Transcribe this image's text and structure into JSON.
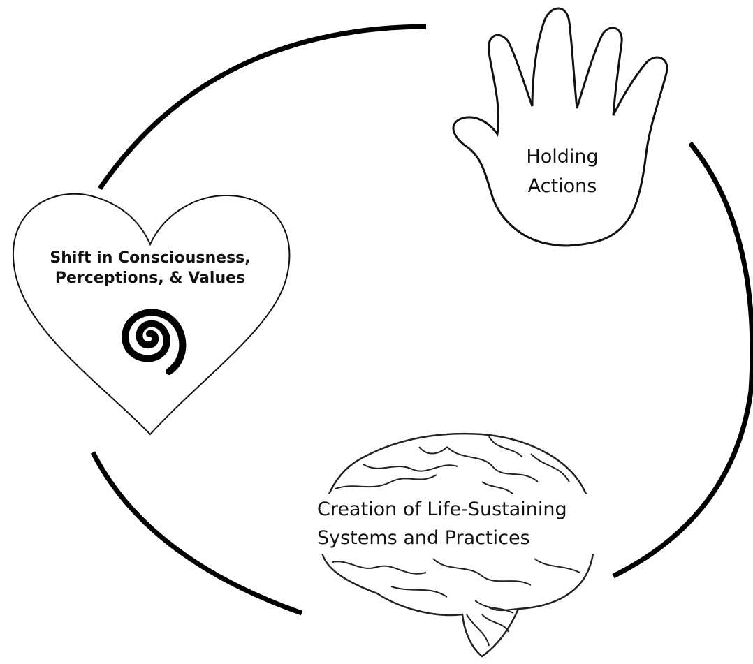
{
  "nodes": [
    {
      "id": "heart",
      "lines": [
        "Shift in Consciousness,",
        "Perceptions, & Values"
      ],
      "icon": "heart-with-spiral-icon"
    },
    {
      "id": "hand",
      "lines": [
        "Holding",
        "Actions"
      ],
      "icon": "hand-icon"
    },
    {
      "id": "brain",
      "lines": [
        "Creation of Life-Sustaining",
        "Systems and Practices"
      ],
      "icon": "brain-icon"
    }
  ],
  "connector": "cycle-ring",
  "colors": {
    "stroke": "#000000",
    "background": "#ffffff"
  }
}
